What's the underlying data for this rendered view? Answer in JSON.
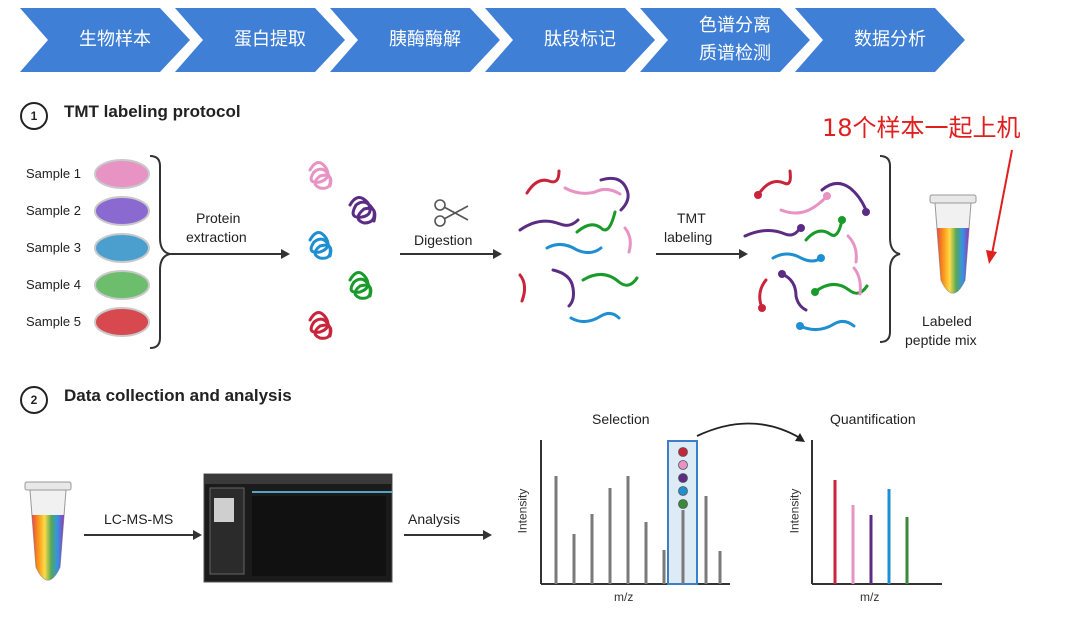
{
  "workflow_steps": [
    "生物样本",
    "蛋白提取",
    "胰酶酶解",
    "肽段标记",
    "色谱分离",
    "质谱检测",
    "数据分析"
  ],
  "colors": {
    "chevron": "#3f7fd6",
    "red_note": "#e0201f",
    "sample1": "#e793c4",
    "sample2": "#8a6ad1",
    "sample3": "#4b9fcf",
    "sample4": "#6cbd6c",
    "sample5": "#d7484f"
  },
  "section1": {
    "number": "1",
    "title": "TMT labeling protocol"
  },
  "section2": {
    "number": "2",
    "title": "Data collection and analysis"
  },
  "samples": [
    "Sample 1",
    "Sample 2",
    "Sample 3",
    "Sample 4",
    "Sample 5"
  ],
  "labels": {
    "protein_extraction_1": "Protein",
    "protein_extraction_2": "extraction",
    "digestion": "Digestion",
    "tmt_1": "TMT",
    "tmt_2": "labeling",
    "labeled_1": "Labeled",
    "labeled_2": "peptide mix",
    "lcmsms": "LC-MS-MS",
    "analysis": "Analysis",
    "selection": "Selection",
    "quantification": "Quantification",
    "intensity": "Intensity",
    "mz": "m/z"
  },
  "red_note": "18个样本一起上机"
}
